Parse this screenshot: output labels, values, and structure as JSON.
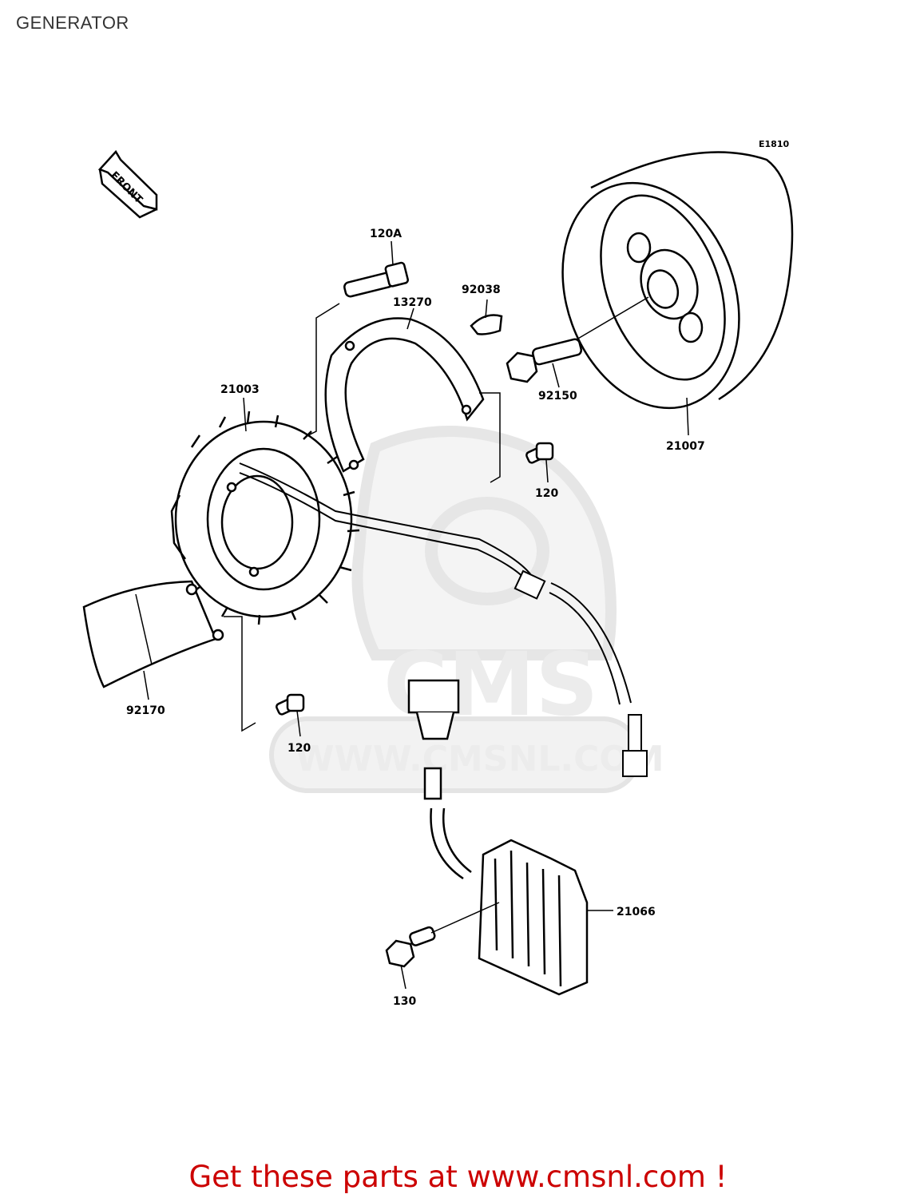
{
  "page": {
    "title": "GENERATOR"
  },
  "diagram": {
    "code": "E1810",
    "front_label": "FRONT",
    "watermark": {
      "brand": "CMS",
      "url": "WWW.CMSNL.COM"
    },
    "parts": [
      {
        "id": "120A"
      },
      {
        "id": "13270"
      },
      {
        "id": "92038"
      },
      {
        "id": "92150"
      },
      {
        "id": "21003"
      },
      {
        "id": "21007"
      },
      {
        "id": "120"
      },
      {
        "id": "92170"
      },
      {
        "id": "120"
      },
      {
        "id": "21066"
      },
      {
        "id": "130"
      }
    ]
  },
  "footer": {
    "text": "Get these parts at www.cmsnl.com !",
    "color": "#cc0000"
  },
  "colors": {
    "line": "#000000",
    "watermark": "#e8e8e8",
    "background": "#ffffff"
  }
}
